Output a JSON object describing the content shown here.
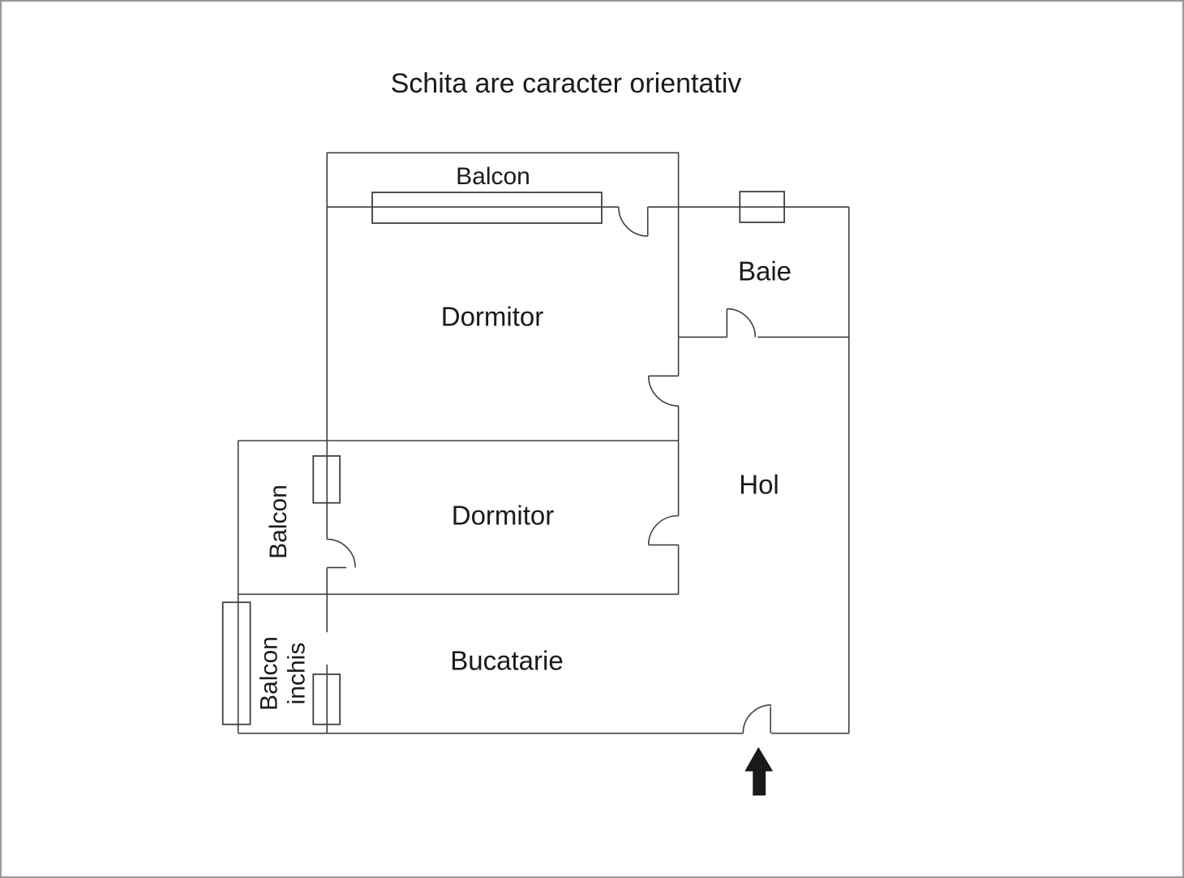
{
  "title": "Schita are caracter orientativ",
  "rooms": {
    "balcon_top": "Balcon",
    "dormitor_upper": "Dormitor",
    "baie": "Baie",
    "hol": "Hol",
    "dormitor_middle": "Dormitor",
    "balcon_left": "Balcon",
    "balcon_inchis": "Balcon\ninchis",
    "bucatarie": "Bucatarie"
  },
  "icons": {
    "entrance_arrow": "up-arrow"
  },
  "colors": {
    "background": "#ffffff",
    "border": "#999999",
    "wall": "#3f3f3f",
    "text": "#1a1a1a",
    "arrow": "#1a1a1a"
  }
}
